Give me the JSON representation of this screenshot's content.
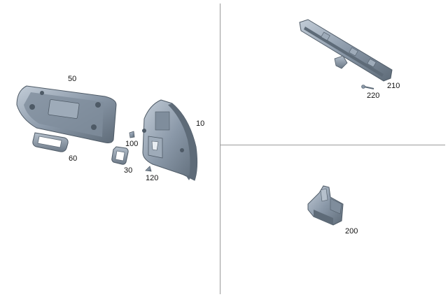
{
  "diagram": {
    "part_labels": {
      "p50": "50",
      "p60": "60",
      "p100": "100",
      "p30": "30",
      "p120": "120",
      "p10": "10",
      "p210": "210",
      "p220": "220",
      "p200": "200"
    },
    "colors": {
      "part_fill": "#8a98a8",
      "part_dark": "#5e6b78",
      "part_light": "#c3cdd8",
      "divider": "#9a9a9a",
      "label": "#111111"
    }
  }
}
